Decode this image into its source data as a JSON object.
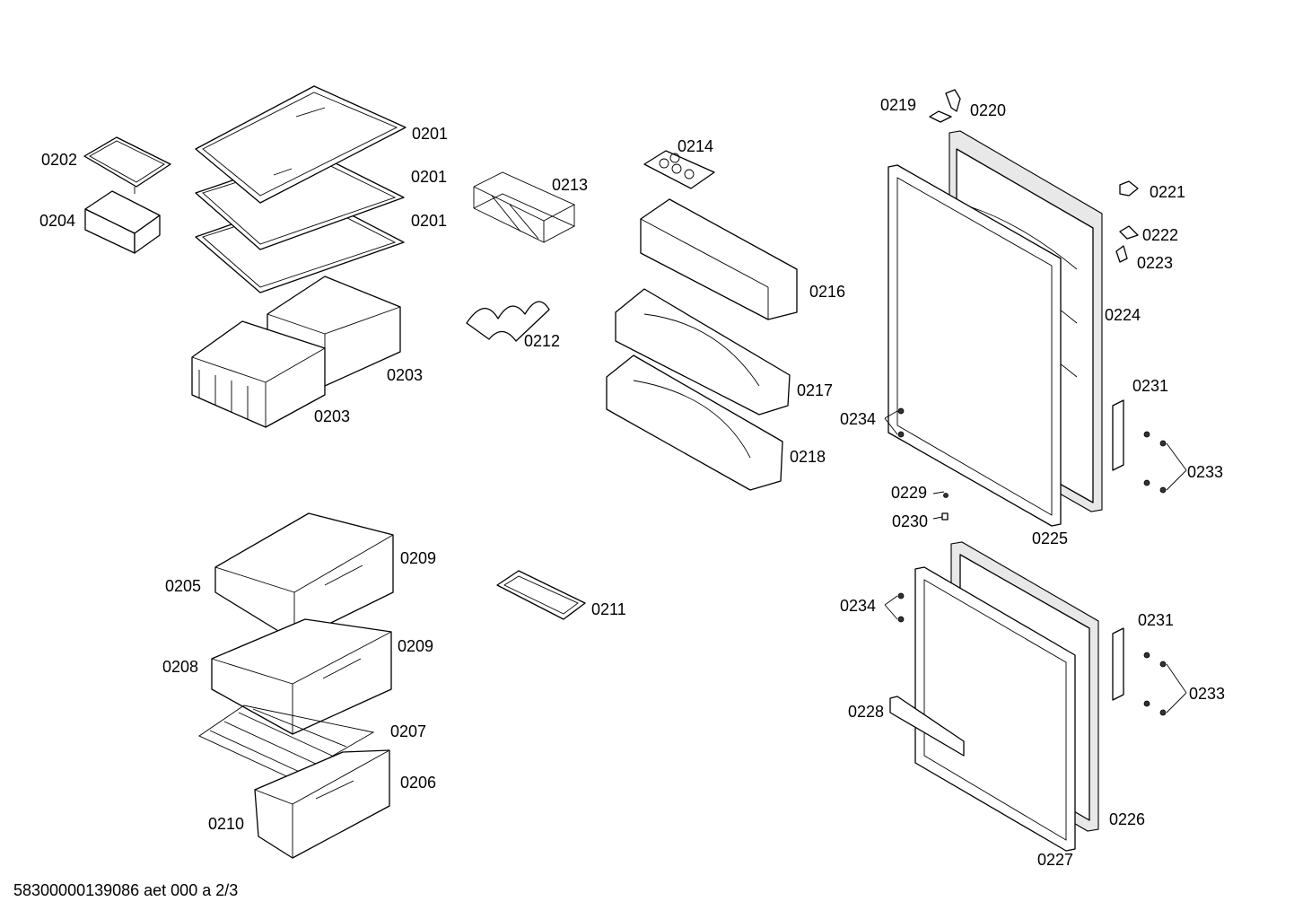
{
  "labels": {
    "l0201a": "0201",
    "l0201b": "0201",
    "l0201c": "0201",
    "l0202": "0202",
    "l0203a": "0203",
    "l0203b": "0203",
    "l0204": "0204",
    "l0205": "0205",
    "l0206": "0206",
    "l0207": "0207",
    "l0208": "0208",
    "l0209a": "0209",
    "l0209b": "0209",
    "l0210": "0210",
    "l0211": "0211",
    "l0212": "0212",
    "l0213": "0213",
    "l0214": "0214",
    "l0216": "0216",
    "l0217": "0217",
    "l0218": "0218",
    "l0219": "0219",
    "l0220": "0220",
    "l0221": "0221",
    "l0222": "0222",
    "l0223": "0223",
    "l0224": "0224",
    "l0225": "0225",
    "l0226": "0226",
    "l0227": "0227",
    "l0228": "0228",
    "l0229": "0229",
    "l0230": "0230",
    "l0231a": "0231",
    "l0231b": "0231",
    "l0233a": "0233",
    "l0233b": "0233",
    "l0234a": "0234",
    "l0234b": "0234"
  },
  "footer": "58300000139086 aet 000 a 2/3"
}
